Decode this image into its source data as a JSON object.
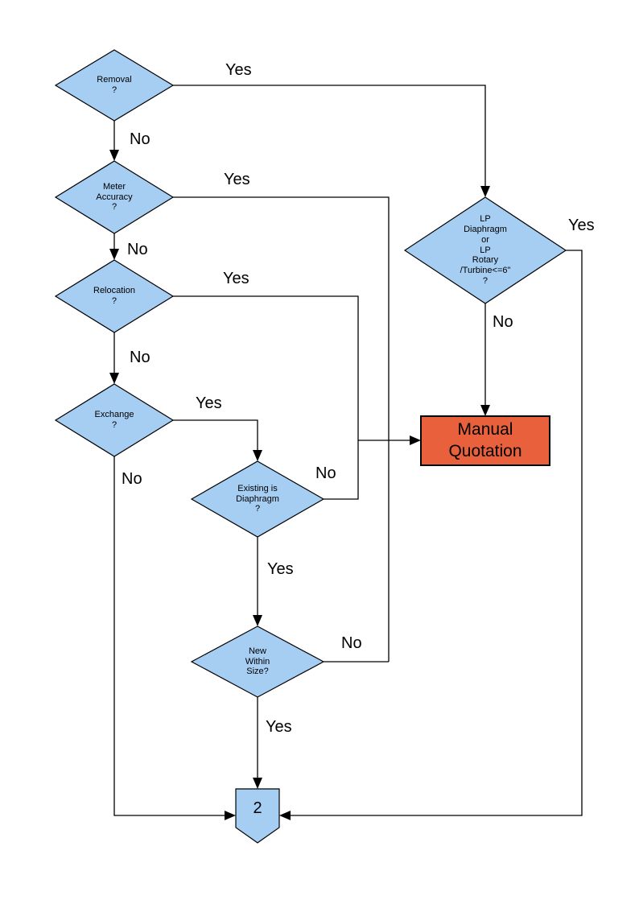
{
  "nodes": {
    "removal": "Removal\n?",
    "meter_accuracy": "Meter\nAccuracy\n?",
    "relocation": "Relocation\n?",
    "exchange": "Exchange\n?",
    "existing_is_diaphragm": "Existing is\nDiaphragm\n?",
    "new_within_size": "New\nWithin\nSize?",
    "lp_decision": "LP\nDiaphragm\nor\nLP\nRotary\n/Turbine<=6\"\n?",
    "manual_quotation": "Manual\nQuotation",
    "connector": "2"
  },
  "edge_labels": {
    "removal_yes": "Yes",
    "removal_no": "No",
    "meter_accuracy_yes": "Yes",
    "meter_accuracy_no": "No",
    "relocation_yes": "Yes",
    "relocation_no": "No",
    "exchange_yes": "Yes",
    "exchange_no": "No",
    "existing_no": "No",
    "existing_yes": "Yes",
    "new_within_size_no": "No",
    "new_within_size_yes": "Yes",
    "lp_no": "No",
    "lp_yes": "Yes"
  },
  "colors": {
    "decision_fill": "#A6CDF2",
    "terminal_fill": "#E8613C",
    "connector_fill": "#A6CDF2",
    "line": "#000000"
  }
}
